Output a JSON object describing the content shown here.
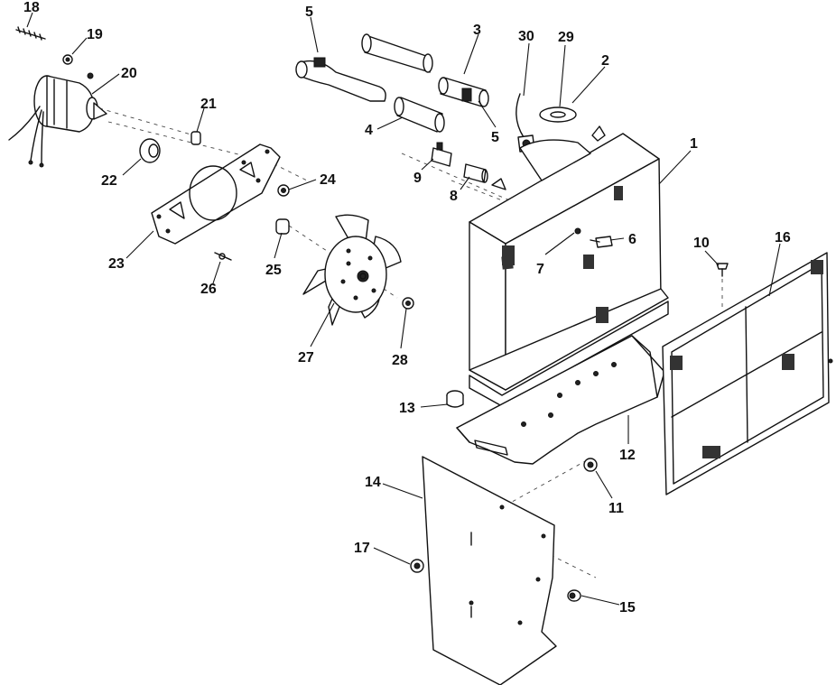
{
  "diagram": {
    "callouts": [
      {
        "id": "1",
        "label": "1"
      },
      {
        "id": "2",
        "label": "2"
      },
      {
        "id": "3",
        "label": "3"
      },
      {
        "id": "4",
        "label": "4"
      },
      {
        "id": "5a",
        "label": "5"
      },
      {
        "id": "5b",
        "label": "5"
      },
      {
        "id": "6",
        "label": "6"
      },
      {
        "id": "7",
        "label": "7"
      },
      {
        "id": "8",
        "label": "8"
      },
      {
        "id": "9",
        "label": "9"
      },
      {
        "id": "10",
        "label": "10"
      },
      {
        "id": "11",
        "label": "11"
      },
      {
        "id": "12",
        "label": "12"
      },
      {
        "id": "13",
        "label": "13"
      },
      {
        "id": "14",
        "label": "14"
      },
      {
        "id": "15",
        "label": "15"
      },
      {
        "id": "16",
        "label": "16"
      },
      {
        "id": "17",
        "label": "17"
      },
      {
        "id": "18",
        "label": "18"
      },
      {
        "id": "19",
        "label": "19"
      },
      {
        "id": "20",
        "label": "20"
      },
      {
        "id": "21",
        "label": "21"
      },
      {
        "id": "22",
        "label": "22"
      },
      {
        "id": "23",
        "label": "23"
      },
      {
        "id": "24",
        "label": "24"
      },
      {
        "id": "25",
        "label": "25"
      },
      {
        "id": "26",
        "label": "26"
      },
      {
        "id": "27",
        "label": "27"
      },
      {
        "id": "28",
        "label": "28"
      },
      {
        "id": "29",
        "label": "29"
      },
      {
        "id": "30",
        "label": "30"
      }
    ]
  }
}
